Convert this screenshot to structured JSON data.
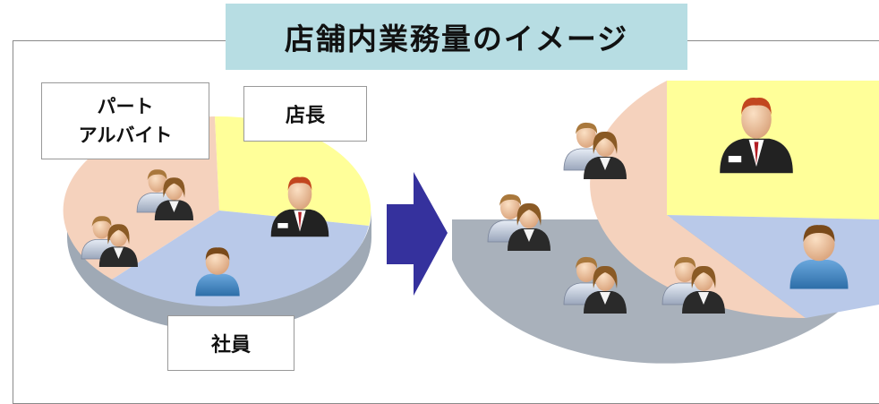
{
  "title": "店舗内業務量のイメージ",
  "labels": {
    "part_line1": "パート",
    "part_line2": "アルバイト",
    "manager": "店長",
    "staff": "社員"
  },
  "colors": {
    "part": "#f5d2bd",
    "manager": "#ffff99",
    "staff": "#b9c9e9",
    "arrow": "#35319d",
    "title_bg": "#b7dde3"
  },
  "icons": {
    "part_worker": "person-pair-icon",
    "manager": "businessman-icon",
    "staff": "man-icon",
    "arrow": "right-arrow-icon"
  }
}
